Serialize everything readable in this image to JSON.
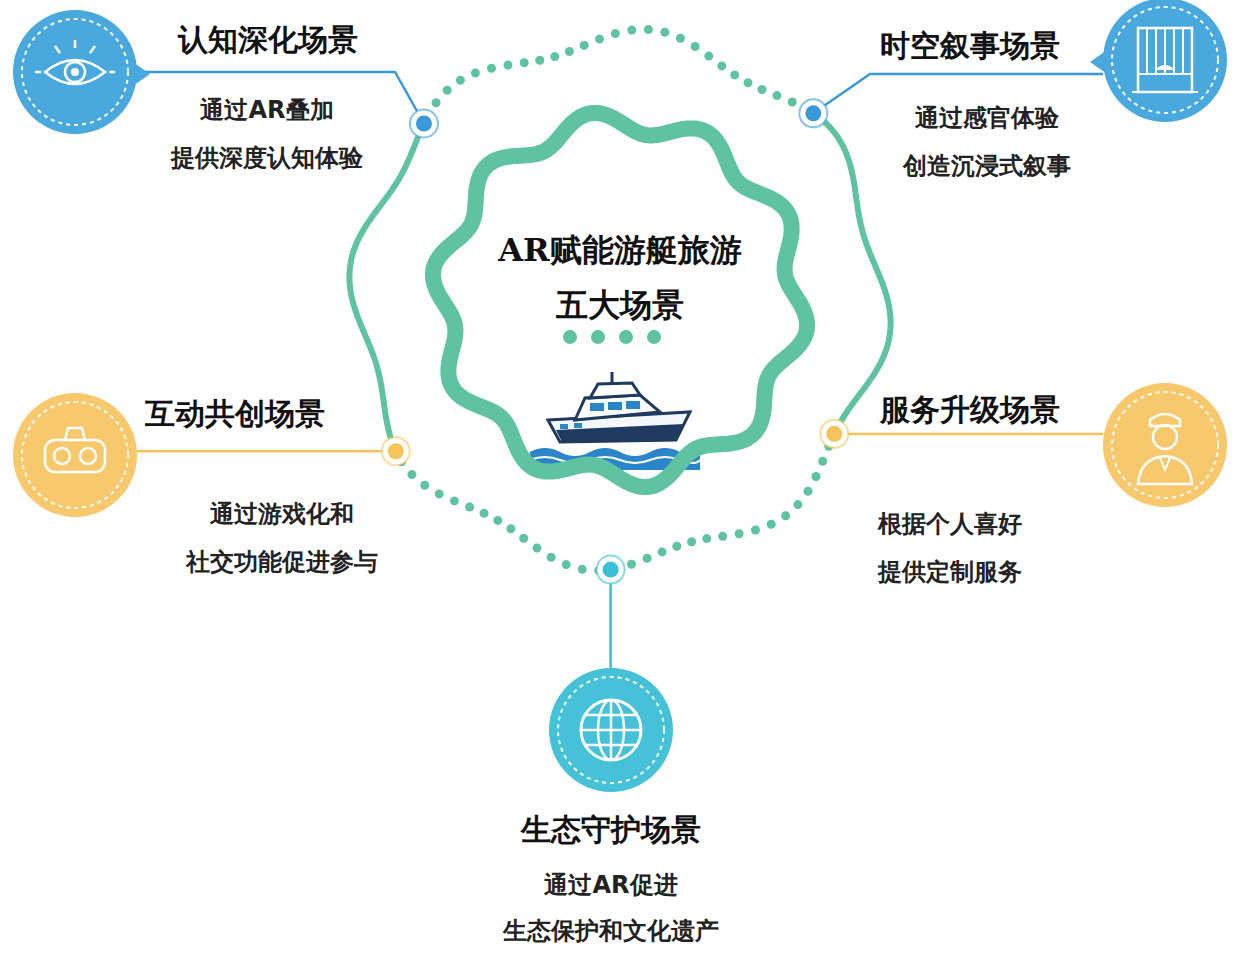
{
  "diagram": {
    "nodes": [
      {
        "text": [
          "AR赋能游艇旅游 五大场景"
        ]
      },
      {
        "text": [
          "认知深化场景",
          "通过AR叠加 提供深度认知体验"
        ]
      },
      {
        "text": [
          "时空叙事场景",
          "通过感官体验 创造沉浸式叙事"
        ]
      },
      {
        "text": [
          "互动共创场景",
          "通过游戏化和 社交功能促进参与"
        ]
      },
      {
        "text": [
          "服务升级场景",
          "根据个人喜好 提供定制服务"
        ]
      },
      {
        "text": [
          "生态守护场景",
          "通过AR促进 生态保护和文化遗产"
        ]
      }
    ]
  }
}
